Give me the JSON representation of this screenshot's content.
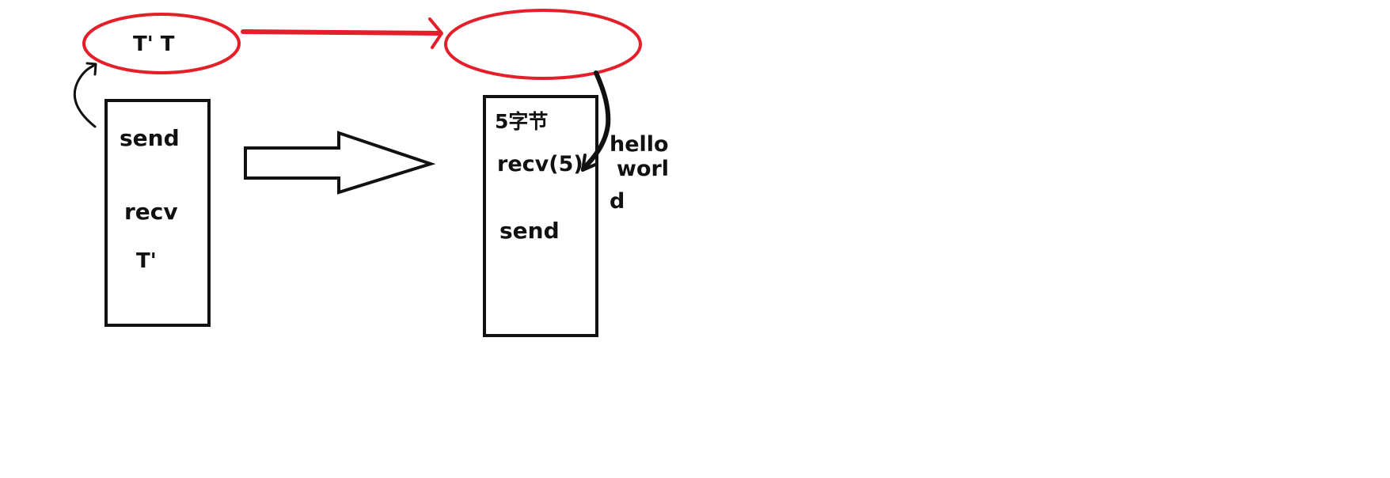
{
  "colors": {
    "ink": "#111111",
    "red": "#e3202a",
    "background": "#ffffff"
  },
  "left_ellipse": {
    "text": "T' T"
  },
  "left_box": {
    "send": "send",
    "recv": "recv",
    "t": "T'"
  },
  "right_box": {
    "size_note": "5字节",
    "recv": "recv(5)",
    "send": "send"
  },
  "stream_text": {
    "line1": "hello",
    "line2": "worl",
    "line3": "d"
  }
}
